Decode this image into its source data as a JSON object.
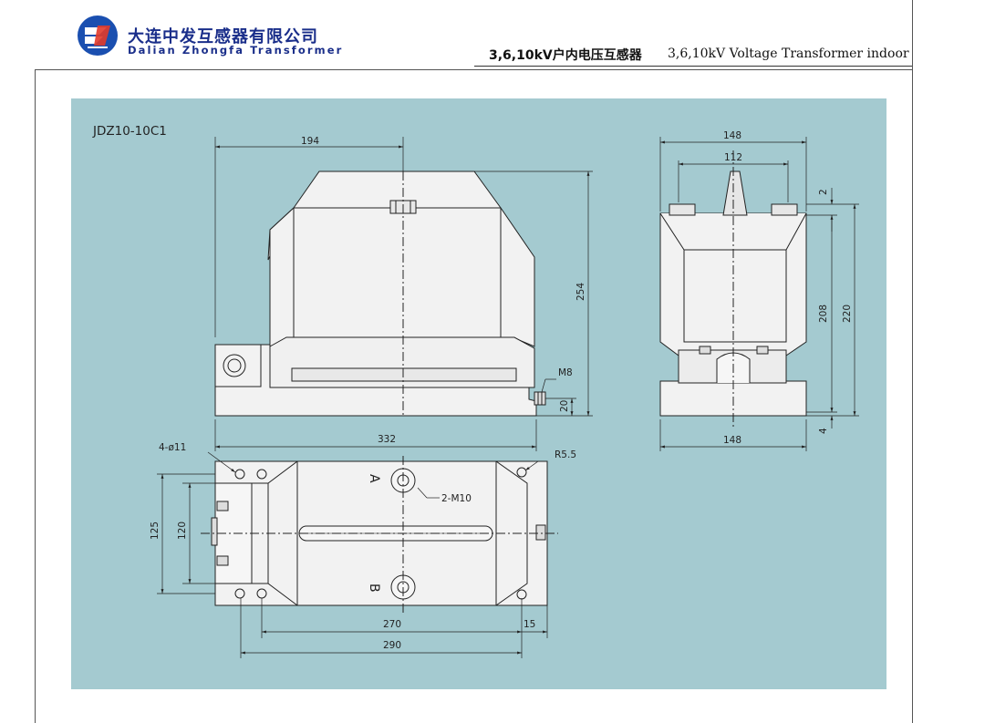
{
  "header": {
    "company_cn": "大连中发互感器有限公司",
    "company_en": "Dalian Zhongfa Transformer",
    "title_cn": "3,6,10kV户内电压互感器",
    "title_en": "3,6,10kV Voltage Transformer indoor"
  },
  "drawing": {
    "model": "JDZ10-10C1",
    "front_view": {
      "dim_width_top": "194",
      "dim_height": "254",
      "dim_total_width": "332",
      "dim_base": "20",
      "bolt_label": "M8"
    },
    "side_view": {
      "dim_top": "148",
      "dim_inner_top": "112",
      "dim_gap": "2",
      "dim_height_inner": "208",
      "dim_height_total": "220",
      "dim_base": "4",
      "dim_bottom": "148"
    },
    "plan_view": {
      "holes_label": "4-ø11",
      "radius_label": "R5.5",
      "terminal_label": "2-M10",
      "terminal_a": "A",
      "terminal_b": "B",
      "dim_depth_outer": "125",
      "dim_depth_inner": "120",
      "dim_hole_span": "270",
      "dim_edge": "15",
      "dim_total": "290"
    }
  },
  "colors": {
    "panel": "#a4cad0",
    "body": "#f2f2f2",
    "line": "#222222",
    "brand": "#1a2e8a"
  }
}
